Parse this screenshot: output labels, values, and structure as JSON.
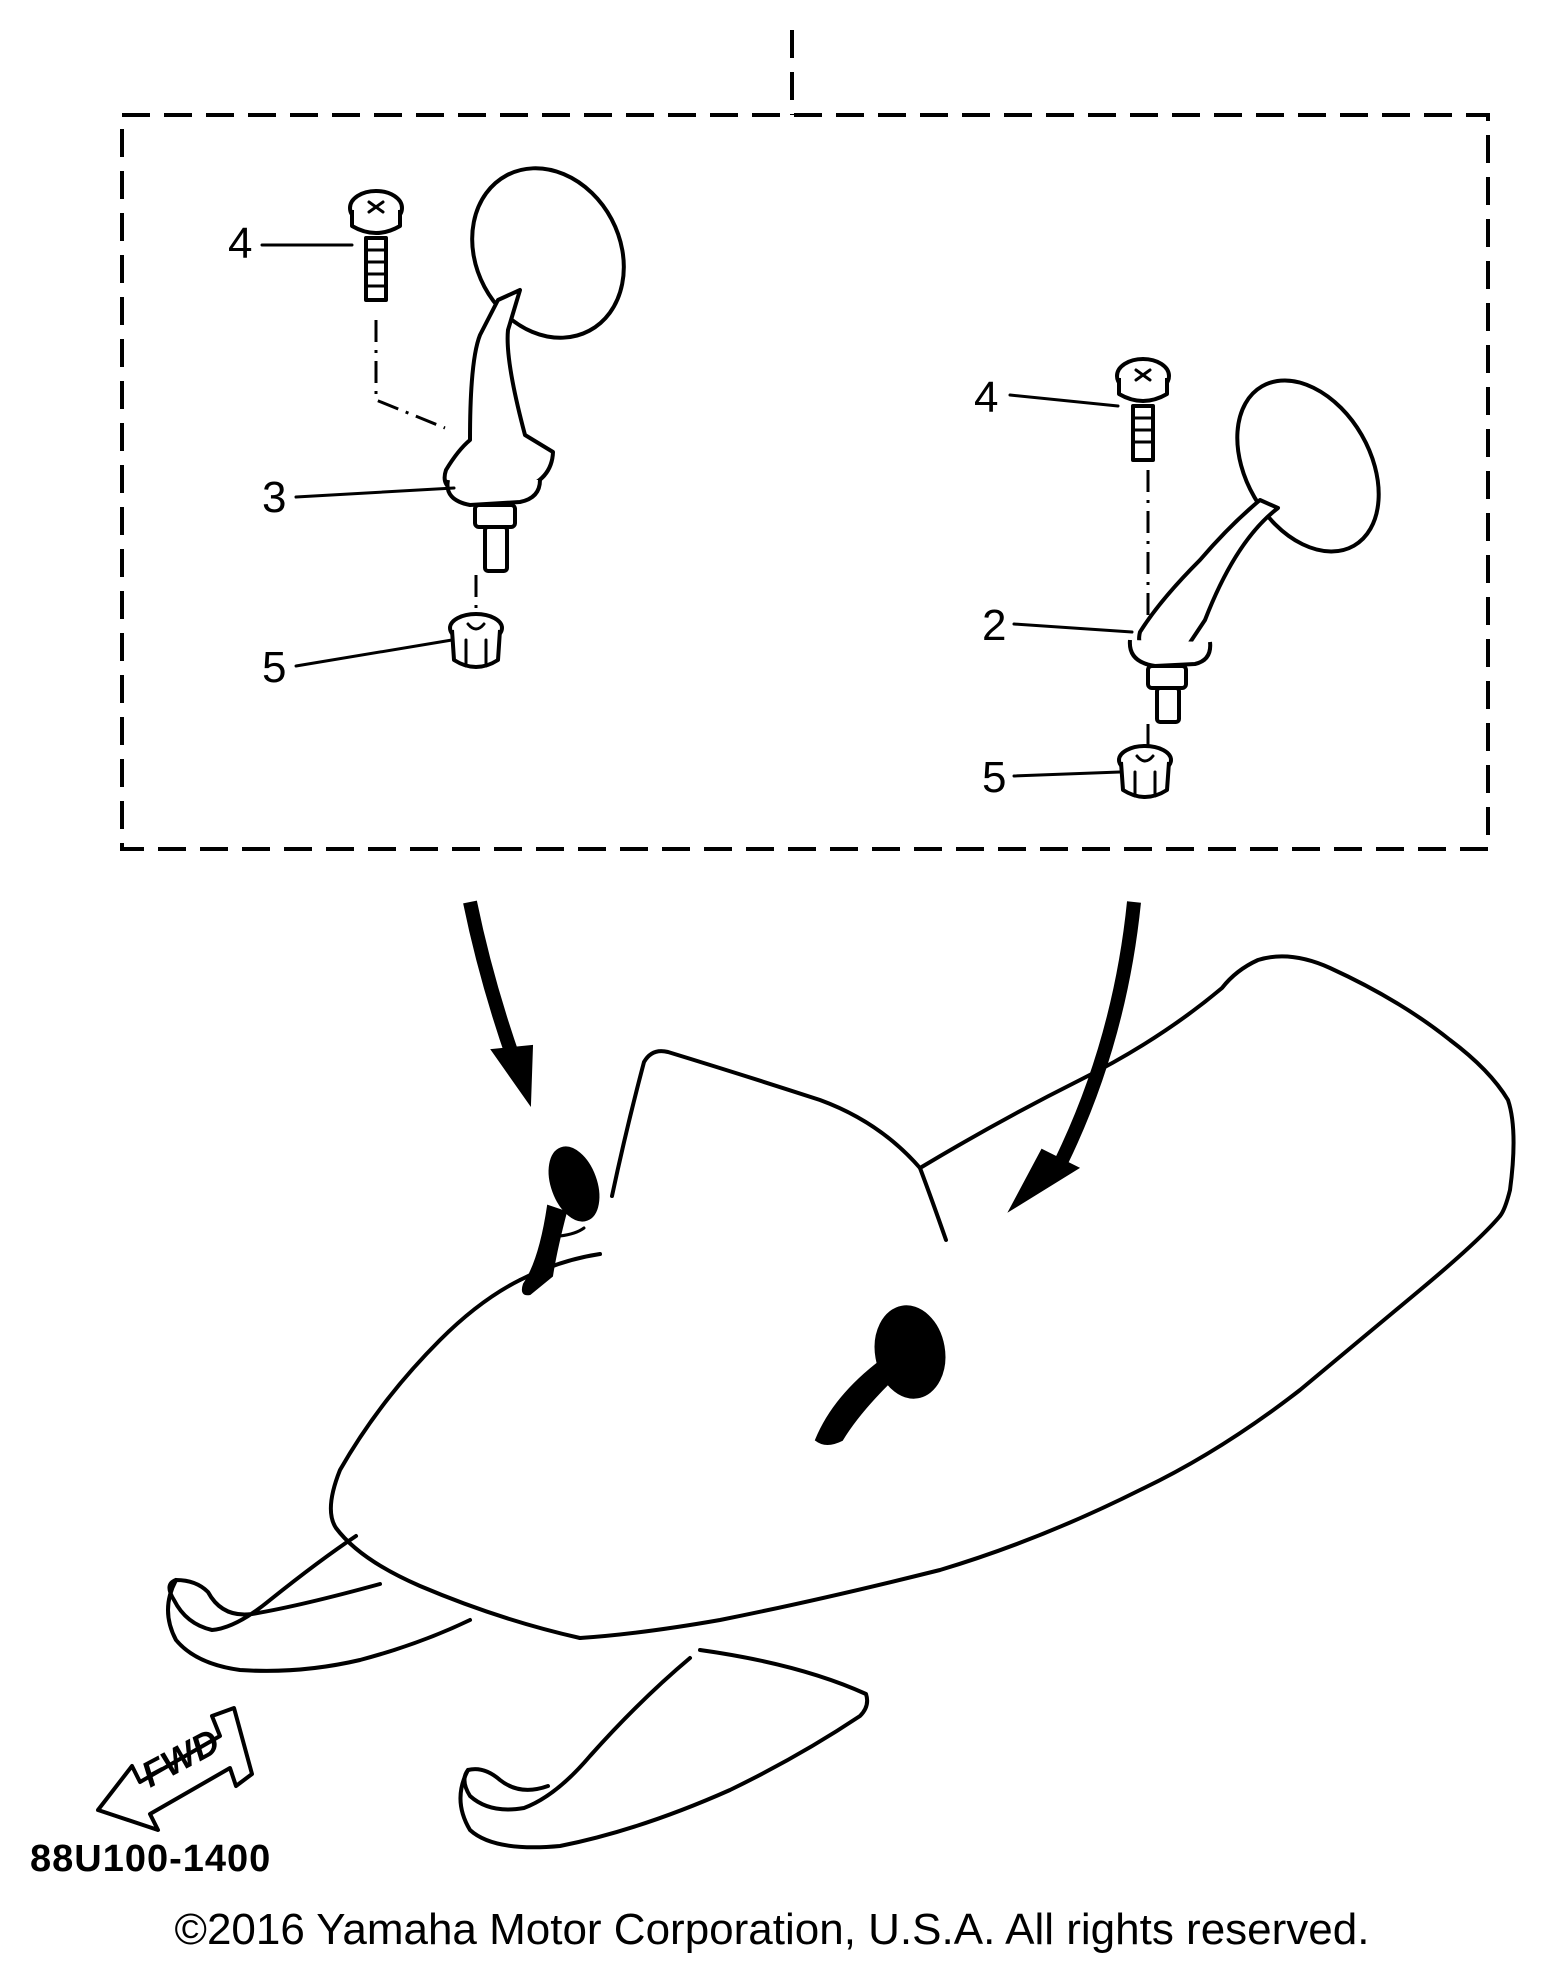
{
  "diagram": {
    "callouts": [
      {
        "id": "callout-4-left",
        "text": "4"
      },
      {
        "id": "callout-3",
        "text": "3"
      },
      {
        "id": "callout-5-left",
        "text": "5"
      },
      {
        "id": "callout-4-right",
        "text": "4"
      },
      {
        "id": "callout-2",
        "text": "2"
      },
      {
        "id": "callout-5-right",
        "text": "5"
      }
    ],
    "direction_label": "FWD",
    "diagram_code": "88U100-1400"
  },
  "footer": {
    "copyright": "©2016 Yamaha Motor Corporation, U.S.A. All rights reserved."
  },
  "colors": {
    "ink": "#000000",
    "paper": "#ffffff"
  }
}
